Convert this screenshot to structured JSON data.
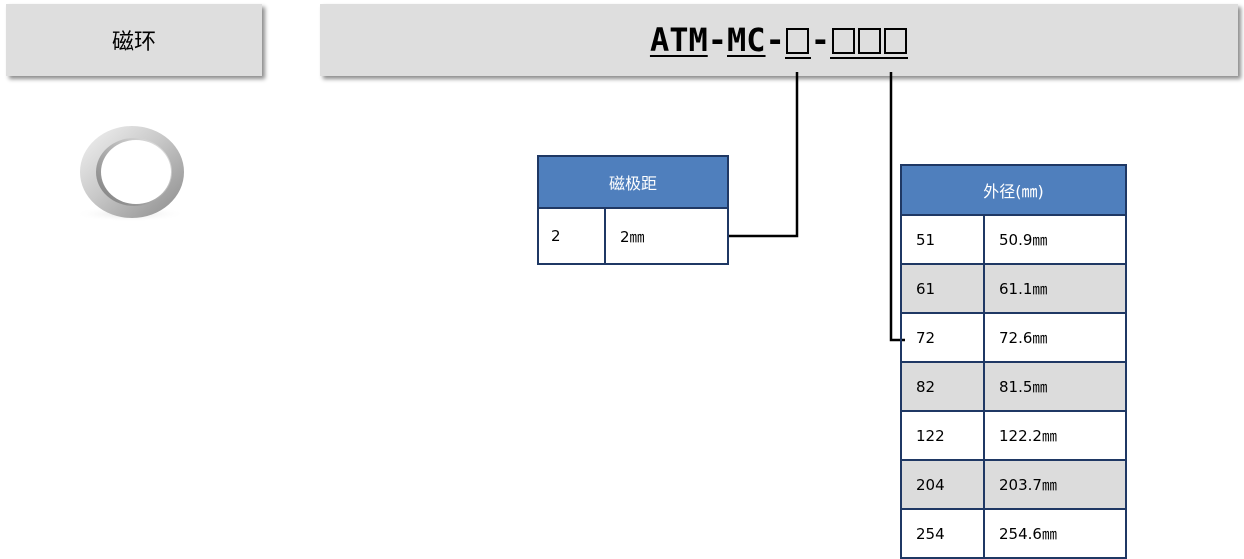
{
  "title": "磁环",
  "part_code": {
    "prefix_1": "ATM",
    "dash_1": "-",
    "prefix_2": "MC",
    "dash_2": "-",
    "dash_3": "-"
  },
  "pole_pitch_table": {
    "header": "磁极距",
    "rows": [
      {
        "code": "2",
        "value": "2㎜"
      }
    ]
  },
  "outer_diameter_table": {
    "header": "外径(㎜)",
    "rows": [
      {
        "code": "51",
        "value": "50.9㎜"
      },
      {
        "code": "61",
        "value": "61.1㎜"
      },
      {
        "code": "72",
        "value": "72.6㎜"
      },
      {
        "code": "82",
        "value": "81.5㎜"
      },
      {
        "code": "122",
        "value": "122.2㎜"
      },
      {
        "code": "204",
        "value": "203.7㎜"
      },
      {
        "code": "254",
        "value": "254.6㎜"
      }
    ]
  },
  "colors": {
    "header_fill": "#4f7fbd",
    "table_border": "#1f3864",
    "banner_gray": "#dedede",
    "row_shade": "#dcdcdc"
  }
}
